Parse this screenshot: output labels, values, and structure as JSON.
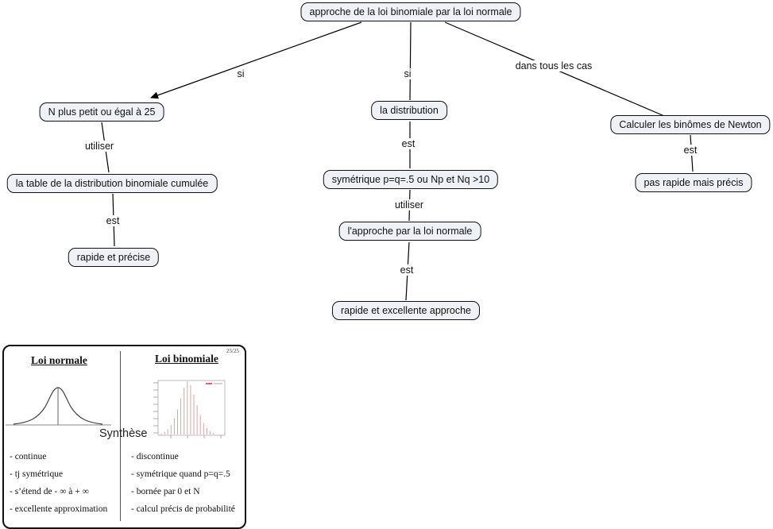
{
  "colors": {
    "node_fill": "#eef2f6",
    "node_border": "#111111",
    "connector": "#000000",
    "stem": "#dfa2a2",
    "legend_red": "#cc2222",
    "chart_axis": "#999999"
  },
  "map": {
    "root": "approche de la loi binomiale par la loi normale",
    "edges": {
      "si_left": "si",
      "si_middle": "si",
      "dans_tous_les_cas": "dans tous les cas",
      "utiliser_left": "utiliser",
      "est_left": "est",
      "est_middle_1": "est",
      "utiliser_middle": "utiliser",
      "est_middle_2": "est",
      "est_right": "est"
    },
    "nodes": {
      "n_25": "N plus petit ou égal à 25",
      "table": "la table de la distribution binomiale cumulée",
      "rapide_precise": "rapide et précise",
      "distribution": "la distribution",
      "symetrique": "symétrique p=q=.5 ou Np et Nq >10",
      "approche_normale": "l'approche par la loi normale",
      "rapide_excellente": "rapide et excellente approche",
      "newton": "Calculer les binômes de Newton",
      "pas_rapide": "pas rapide mais précis"
    }
  },
  "synthese": {
    "label": "Synthèse",
    "page_indicator": "25/25",
    "normale": {
      "title": "Loi normale",
      "items": [
        "- continue",
        "- tj symétrique",
        "- s’étend de - ∞ à + ∞",
        "- excellente approximation"
      ]
    },
    "binomiale": {
      "title": "Loi binomiale",
      "items": [
        "- discontinue",
        "- symétrique quand p=q=.5",
        "- bornée par 0 et N",
        "- calcul précis de probabilité"
      ]
    },
    "binomial_chart": {
      "type": "stem",
      "stem_heights": [
        0.02,
        0.05,
        0.1,
        0.18,
        0.3,
        0.47,
        0.68,
        0.88,
        1.0,
        0.93,
        0.75,
        0.55,
        0.37,
        0.22,
        0.12,
        0.06,
        0.03
      ]
    }
  }
}
